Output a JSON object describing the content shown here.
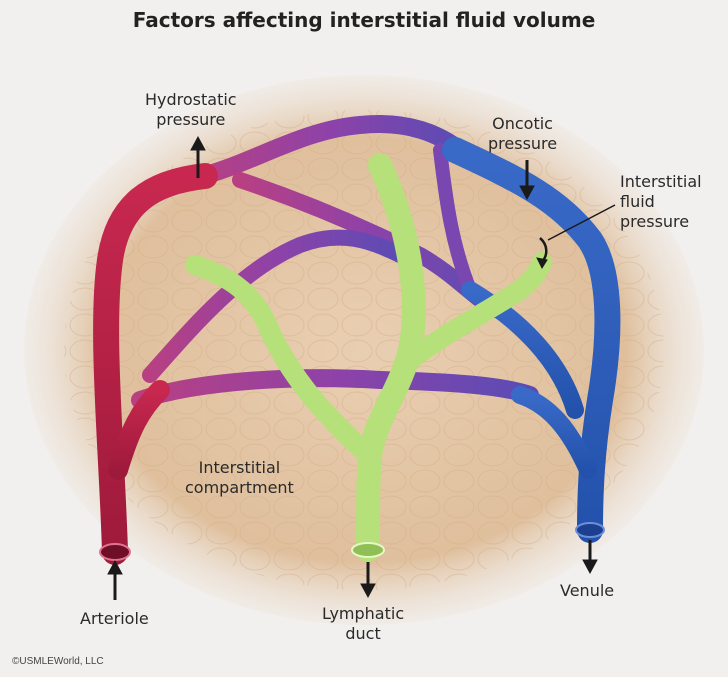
{
  "title": "Factors affecting interstitial fluid volume",
  "labels": {
    "hydrostatic": [
      "Hydrostatic",
      "pressure"
    ],
    "oncotic": [
      "Oncotic",
      "pressure"
    ],
    "interstitial_fluid": [
      "Interstitial",
      "fluid",
      "pressure"
    ],
    "interstitial_compartment": [
      "Interstitial",
      "compartment"
    ],
    "arteriole": "Arteriole",
    "lymphatic": [
      "Lymphatic",
      "duct"
    ],
    "venule": "Venule"
  },
  "credit": "©USMLEWorld, LLC",
  "colors": {
    "arterial": "#b81f45",
    "capillary": "#8e3a9e",
    "venous": "#2f5db8",
    "lymph": "#b6e07a",
    "tissue": "#e2c4a4",
    "background": "#f2f0ee"
  }
}
